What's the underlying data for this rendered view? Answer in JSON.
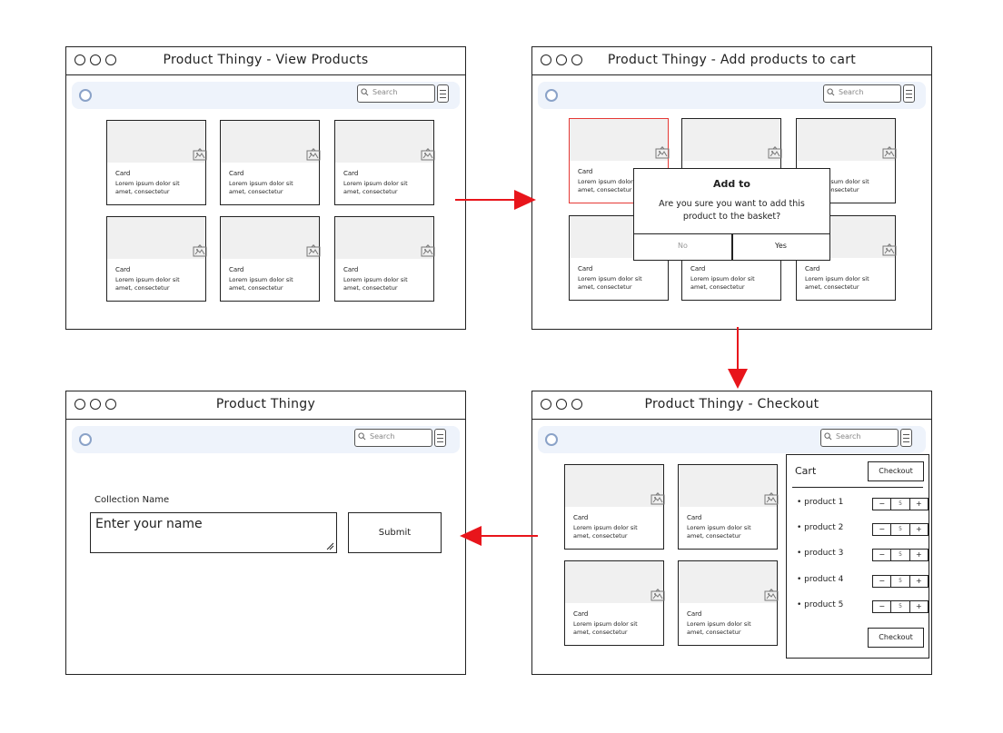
{
  "windows": [
    {
      "title": "Product Thingy - View Products",
      "search_placeholder": "Search"
    },
    {
      "title": "Product Thingy - Add products to cart",
      "search_placeholder": "Search"
    },
    {
      "title": "Product Thingy - Checkout",
      "search_placeholder": "Search"
    },
    {
      "title": "Product Thingy",
      "search_placeholder": "Search"
    }
  ],
  "card": {
    "title": "Card",
    "line1": "Lorem ipsum dolor sit",
    "line2": "amet, consectetur"
  },
  "modal": {
    "title": "Add to",
    "line1": "Are you sure you want to add this",
    "line2": "product to the basket?",
    "no_label": "No",
    "yes_label": "Yes"
  },
  "cart": {
    "title": "Cart",
    "checkout_label": "Checkout",
    "items": [
      {
        "name": "product 1",
        "qty": "5"
      },
      {
        "name": "product 2",
        "qty": "5"
      },
      {
        "name": "product 3",
        "qty": "5"
      },
      {
        "name": "product 4",
        "qty": "5"
      },
      {
        "name": "product 5",
        "qty": "5"
      }
    ],
    "minus": "−",
    "plus": "+"
  },
  "form": {
    "label": "Collection Name",
    "value": "Enter your name",
    "submit_label": "Submit"
  },
  "colors": {
    "arrow": "#e8151b",
    "selected_border": "#e53935",
    "navbar": "#eef3fb"
  }
}
